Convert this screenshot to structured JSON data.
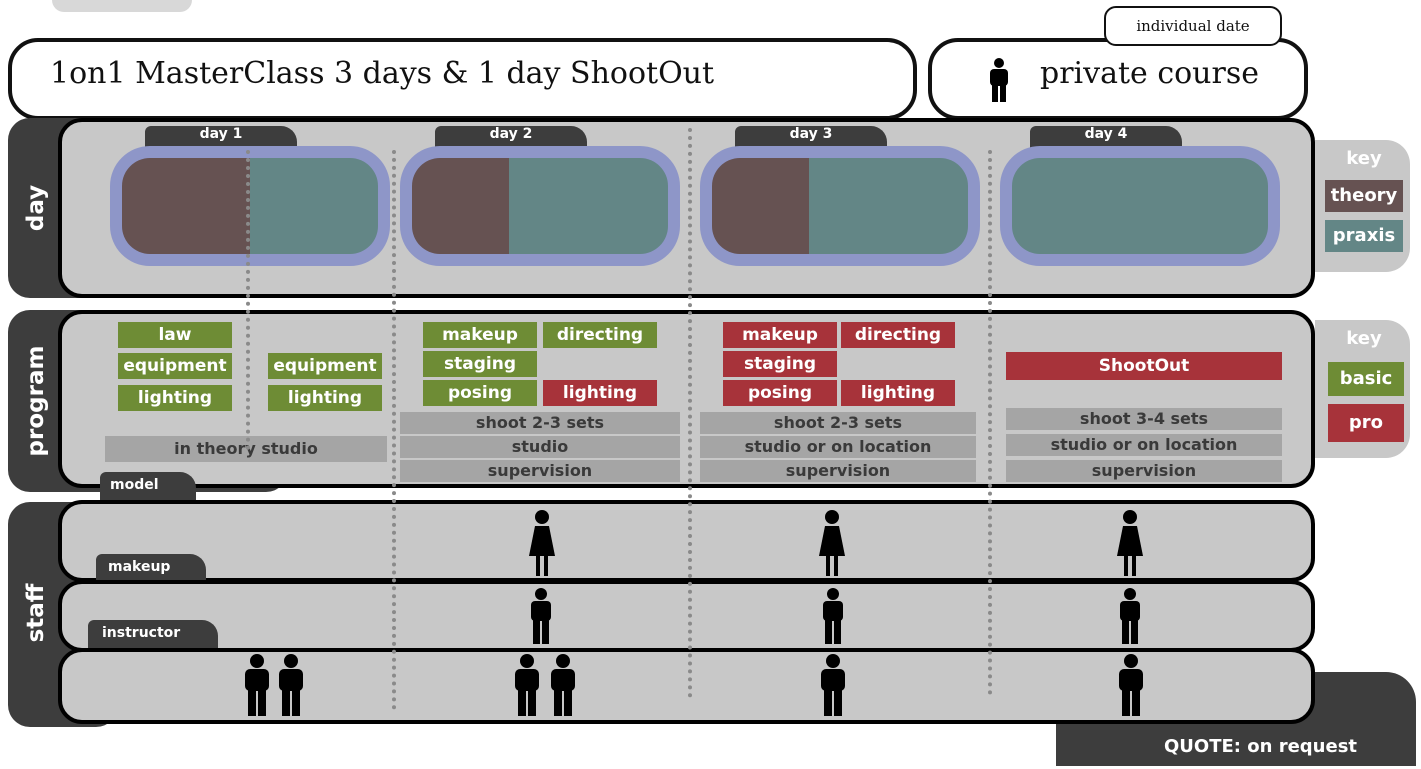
{
  "header": {
    "title": "1on1 MasterClass 3 days & 1 day ShootOut",
    "private_label": "private course",
    "date_tab": "individual date"
  },
  "sections": {
    "day": "day",
    "program": "program",
    "staff": "staff"
  },
  "days": [
    "day  1",
    "day  2",
    "day  3",
    "day  4"
  ],
  "day_key": {
    "title": "key",
    "theory": "theory",
    "praxis": "praxis"
  },
  "program_key": {
    "title": "key",
    "basic": "basic",
    "pro": "pro"
  },
  "colors": {
    "theory": "#665252",
    "praxis": "#638686",
    "basic": "#6e8c35",
    "pro": "#a7333a",
    "frame": "#8e96c8"
  },
  "program": {
    "d1": {
      "law": "law",
      "equipment_a": "equipment",
      "lighting_a": "lighting",
      "equipment_b": "equipment",
      "lighting_b": "lighting",
      "location": "in theory studio"
    },
    "d2": {
      "makeup": "makeup",
      "directing": "directing",
      "staging": "staging",
      "posing": "posing",
      "lighting": "lighting",
      "shoot": "shoot 2-3 sets",
      "location": "studio",
      "supervision": "supervision"
    },
    "d3": {
      "makeup": "makeup",
      "directing": "directing",
      "staging": "staging",
      "posing": "posing",
      "lighting": "lighting",
      "shoot": "shoot 2-3 sets",
      "location": "studio or on location",
      "supervision": "supervision"
    },
    "d4": {
      "shootout": "ShootOut",
      "shoot": "shoot 3-4 sets",
      "location": "studio or on location",
      "supervision": "supervision"
    }
  },
  "staff_tabs": {
    "model": "model",
    "makeup": "makeup",
    "instructor": "instructor"
  },
  "quote": "QUOTE:  on request"
}
